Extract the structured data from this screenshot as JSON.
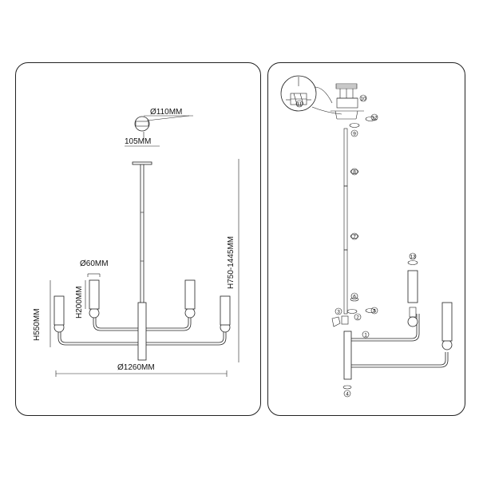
{
  "left_panel": {
    "dimensions": {
      "canopy_diameter": "Ø110MM",
      "canopy_height": "105MM",
      "shade_diameter": "Ø60MM",
      "shade_height": "H200MM",
      "body_height": "H550MM",
      "total_height": "H750-1445MM",
      "total_diameter": "Ø1260MM"
    }
  },
  "right_panel": {
    "part_numbers": [
      "1",
      "2",
      "3",
      "4",
      "5",
      "6",
      "7",
      "8",
      "9",
      "10",
      "11",
      "12",
      "13"
    ]
  },
  "colors": {
    "line": "#222222",
    "background": "#ffffff"
  }
}
